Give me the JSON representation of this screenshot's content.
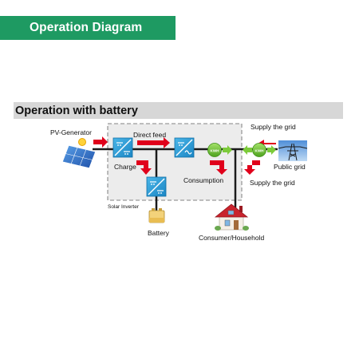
{
  "header": {
    "title": "Operation Diagram"
  },
  "section": {
    "title": "Operation with battery"
  },
  "diagram": {
    "labels": {
      "pv_generator": "PV-Generator",
      "direct_feed": "Direct feed",
      "charge": "Charge",
      "solar_inverter": "Solar Inverter",
      "battery": "Battery",
      "consumption": "Consumption",
      "consumer_household": "Consumer/Household",
      "supply_grid_top": "Supply the grid",
      "supply_grid_bottom": "Supply the grid",
      "public_grid": "Public grid",
      "meter_left": "KWH",
      "meter_right": "KWH"
    },
    "icons": {
      "pv": "solar-panel-icon",
      "converter": "converter-icon",
      "meter": "energy-meter-icon",
      "grid": "power-tower-icon",
      "battery": "battery-icon",
      "house": "house-icon"
    },
    "colors": {
      "header_bg": "#1e9a62",
      "section_bg": "#d7d7d7",
      "arrow_red": "#e0001b",
      "meter_green": "#7ccb3a",
      "converter_blue": "#2ba3dc"
    }
  }
}
